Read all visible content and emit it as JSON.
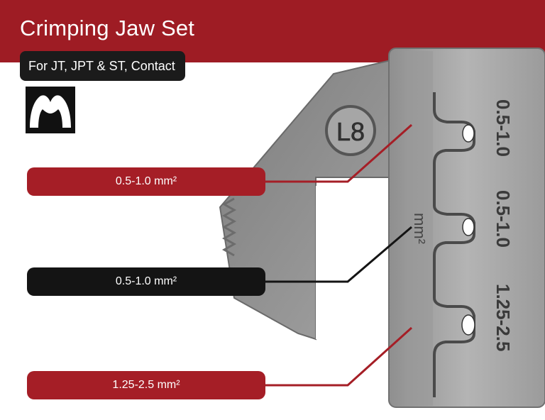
{
  "header": {
    "title": "Crimping Jaw Set",
    "subtitle": "For JT, JPT & ST, Contact"
  },
  "jaw": {
    "model_mark": "L8",
    "unit_mark": "mm²",
    "die_labels": [
      "0.5-1.0",
      "0.5-1.0",
      "1.25-2.5"
    ]
  },
  "callouts": [
    {
      "label": "0.5-1.0 mm²",
      "color": "#a51e26"
    },
    {
      "label": "0.5-1.0 mm²",
      "color": "#141414"
    },
    {
      "label": "1.25-2.5 mm²",
      "color": "#a51e26"
    }
  ],
  "colors": {
    "brand_red": "#9e1c24",
    "dark": "#141414",
    "steel": "#a9a9a9"
  },
  "icons": {
    "crimp_profile": "crimp-profile-icon"
  }
}
